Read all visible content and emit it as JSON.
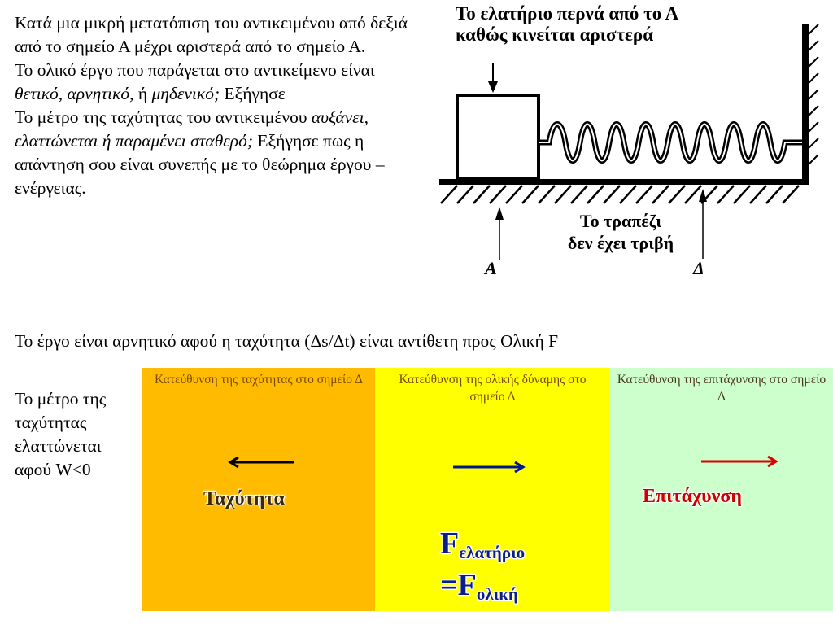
{
  "question": {
    "line1": "Κατά μια μικρή μετατόπιση του αντικειμένου από δεξιά από το σημείο Α μέχρι αριστερά από το σημείο Α.",
    "line2_prefix": "Το ολικό έργο που παράγεται στο αντικείμενο είναι ",
    "line2_italic": "θετικό, αρνητικό,",
    "line2_mid": " ή ",
    "line2_italic2": "μηδενικό;",
    "line2_suffix": " Εξήγησε",
    "line3_prefix": "Το μέτρο της ταχύτητας του αντικειμένου ",
    "line3_italic": "αυξάνει, ελαττώνεται  ή  παραμένει σταθερό;",
    "line3_suffix": " Εξήγησε πως η απάντηση σου είναι συνεπής με το θεώρημα έργου – ενέργειας."
  },
  "diagram": {
    "caption_top_1": "Το ελατήριο περνά από το Α",
    "caption_top_2": "καθώς κινείται αριστερά",
    "caption_table_1": "Το τραπέζι",
    "caption_table_2": "δεν έχει τριβή",
    "point_a": "Α",
    "point_d": "Δ"
  },
  "answer": "Το έργο είναι αρνητικό αφού η ταχύτητα (Δs/Δt) είναι αντίθετη προς Ολική F",
  "side_note": "Το μέτρο της ταχύτητας ελαττώνεται αφού W<0",
  "panels": [
    {
      "title": "Κατεύθυνση της ταχύτητας στο σημείο Δ",
      "label": "Ταχύτητα",
      "arrow_dir": "left",
      "arrow_color": "#000000",
      "color": "#ffbb00"
    },
    {
      "title": "Κατεύθυνση της ολικής δύναμης στο σημείο Δ",
      "label_f": "F",
      "label_sub1": "ελατήριο",
      "label_eq": "=F",
      "label_sub2": "ολική",
      "arrow_dir": "right",
      "arrow_color": "#00188f",
      "color": "#ffff00"
    },
    {
      "title": "Κατεύθυνση της επιτάχυνσης στο σημείο Δ",
      "label": "Επιτάχυνση",
      "arrow_dir": "right",
      "arrow_color": "#dd0000",
      "color": "#ccffcc"
    }
  ]
}
